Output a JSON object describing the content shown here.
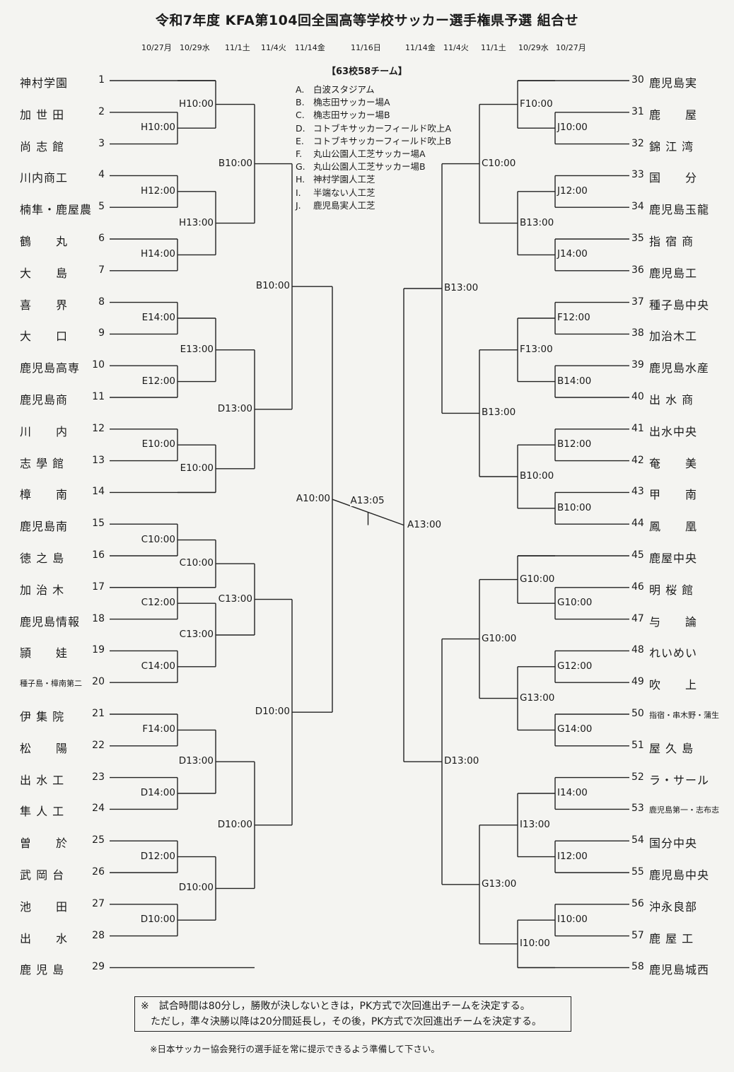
{
  "title": "令和7年度 KFA第104回全国高等学校サッカー選手権県予選 組合せ",
  "dates": [
    "10/27月",
    "10/29水",
    "11/1土",
    "11/4火",
    "11/14金",
    "11/16日",
    "11/14金",
    "11/4火",
    "11/1土",
    "10/29水",
    "10/27月"
  ],
  "team_count": "【63校58チーム】",
  "venues": [
    {
      "key": "A.",
      "name": "白波スタジアム"
    },
    {
      "key": "B.",
      "name": "桷志田サッカー場A"
    },
    {
      "key": "C.",
      "name": "桷志田サッカー場B"
    },
    {
      "key": "D.",
      "name": "コトブキサッカーフィールド吹上A"
    },
    {
      "key": "E.",
      "name": "コトブキサッカーフィールド吹上B"
    },
    {
      "key": "F.",
      "name": "丸山公園人工芝サッカー場A"
    },
    {
      "key": "G.",
      "name": "丸山公園人工芝サッカー場B"
    },
    {
      "key": "H.",
      "name": "神村学園人工芝"
    },
    {
      "key": "I.",
      "name": "半端ない人工芝"
    },
    {
      "key": "J.",
      "name": "鹿児島実人工芝"
    }
  ],
  "left_teams": [
    {
      "no": "1",
      "name": "神村学園"
    },
    {
      "no": "2",
      "name": "加 世 田"
    },
    {
      "no": "3",
      "name": "尚 志 館"
    },
    {
      "no": "4",
      "name": "川内商工"
    },
    {
      "no": "5",
      "name": "楠隼・鹿屋農"
    },
    {
      "no": "6",
      "name": "鶴　　丸"
    },
    {
      "no": "7",
      "name": "大　　島"
    },
    {
      "no": "8",
      "name": "喜　　界"
    },
    {
      "no": "9",
      "name": "大　　口"
    },
    {
      "no": "10",
      "name": "鹿児島高専"
    },
    {
      "no": "11",
      "name": "鹿児島商"
    },
    {
      "no": "12",
      "name": "川　　内"
    },
    {
      "no": "13",
      "name": "志 學 館"
    },
    {
      "no": "14",
      "name": "樟　　南"
    },
    {
      "no": "15",
      "name": "鹿児島南"
    },
    {
      "no": "16",
      "name": "徳 之 島"
    },
    {
      "no": "17",
      "name": "加 治 木"
    },
    {
      "no": "18",
      "name": "鹿児島情報"
    },
    {
      "no": "19",
      "name": "頴　　娃"
    },
    {
      "no": "20",
      "name": "種子島・樟南第二"
    },
    {
      "no": "21",
      "name": "伊 集 院"
    },
    {
      "no": "22",
      "name": "松　　陽"
    },
    {
      "no": "23",
      "name": "出 水 工"
    },
    {
      "no": "24",
      "name": "隼 人 工"
    },
    {
      "no": "25",
      "name": "曽　　於"
    },
    {
      "no": "26",
      "name": "武 岡 台"
    },
    {
      "no": "27",
      "name": "池　　田"
    },
    {
      "no": "28",
      "name": "出　　水"
    },
    {
      "no": "29",
      "name": "鹿 児 島"
    }
  ],
  "right_teams": [
    {
      "no": "30",
      "name": "鹿児島実"
    },
    {
      "no": "31",
      "name": "鹿　　屋"
    },
    {
      "no": "32",
      "name": "錦 江 湾"
    },
    {
      "no": "33",
      "name": "国　　分"
    },
    {
      "no": "34",
      "name": "鹿児島玉龍"
    },
    {
      "no": "35",
      "name": "指 宿 商"
    },
    {
      "no": "36",
      "name": "鹿児島工"
    },
    {
      "no": "37",
      "name": "種子島中央"
    },
    {
      "no": "38",
      "name": "加治木工"
    },
    {
      "no": "39",
      "name": "鹿児島水産"
    },
    {
      "no": "40",
      "name": "出 水 商"
    },
    {
      "no": "41",
      "name": "出水中央"
    },
    {
      "no": "42",
      "name": "奄　　美"
    },
    {
      "no": "43",
      "name": "甲　　南"
    },
    {
      "no": "44",
      "name": "鳳　　凰"
    },
    {
      "no": "45",
      "name": "鹿屋中央"
    },
    {
      "no": "46",
      "name": "明 桜 館"
    },
    {
      "no": "47",
      "name": "与　　論"
    },
    {
      "no": "48",
      "name": "れいめい"
    },
    {
      "no": "49",
      "name": "吹　　上"
    },
    {
      "no": "50",
      "name": "指宿・串木野・蒲生"
    },
    {
      "no": "51",
      "name": "屋 久 島"
    },
    {
      "no": "52",
      "name": "ラ・サール"
    },
    {
      "no": "53",
      "name": "鹿児島第一・志布志"
    },
    {
      "no": "54",
      "name": "国分中央"
    },
    {
      "no": "55",
      "name": "鹿児島中央"
    },
    {
      "no": "56",
      "name": "沖永良部"
    },
    {
      "no": "57",
      "name": "鹿 屋 工"
    },
    {
      "no": "58",
      "name": "鹿児島城西"
    }
  ],
  "left_matches": {
    "r1": [
      "H10:00",
      "H12:00",
      "H14:00",
      "E14:00",
      "E12:00",
      "E10:00",
      "C10:00",
      "C12:00",
      "C14:00",
      "F14:00",
      "D14:00",
      "D12:00",
      "D10:00"
    ],
    "r2": [
      "H10:00",
      "H13:00",
      "E13:00",
      "E10:00",
      "C10:00",
      "C13:00",
      "D13:00",
      "D10:00"
    ],
    "r3": [
      "B10:00",
      "D13:00",
      "C13:00",
      "D10:00"
    ],
    "r4": [
      "B10:00",
      "D10:00"
    ],
    "semi": "A10:00"
  },
  "right_matches": {
    "r1": [
      "J10:00",
      "J12:00",
      "J14:00",
      "F12:00",
      "B14:00",
      "B12:00",
      "B10:00",
      "G10:00",
      "G12:00",
      "G14:00",
      "I14:00",
      "I12:00",
      "I10:00"
    ],
    "r2": [
      "F10:00",
      "B13:00",
      "F13:00",
      "B10:00",
      "G10:00",
      "G13:00",
      "I13:00",
      "I10:00"
    ],
    "r3": [
      "C10:00",
      "B13:00",
      "G10:00",
      "G13:00"
    ],
    "r4": [
      "B13:00",
      "D13:00"
    ],
    "semi": "A13:00"
  },
  "final": "A13:05",
  "notes": {
    "mark": "※",
    "line1": "試合時間は80分し，勝敗が決しないときは，PK方式で次回進出チームを決定する。",
    "line2": "ただし，準々決勝以降は20分間延長し，その後，PK方式で次回進出チームを決定する。",
    "footer": "※日本サッカー協会発行の選手証を常に提示できるよう準備して下さい。"
  }
}
